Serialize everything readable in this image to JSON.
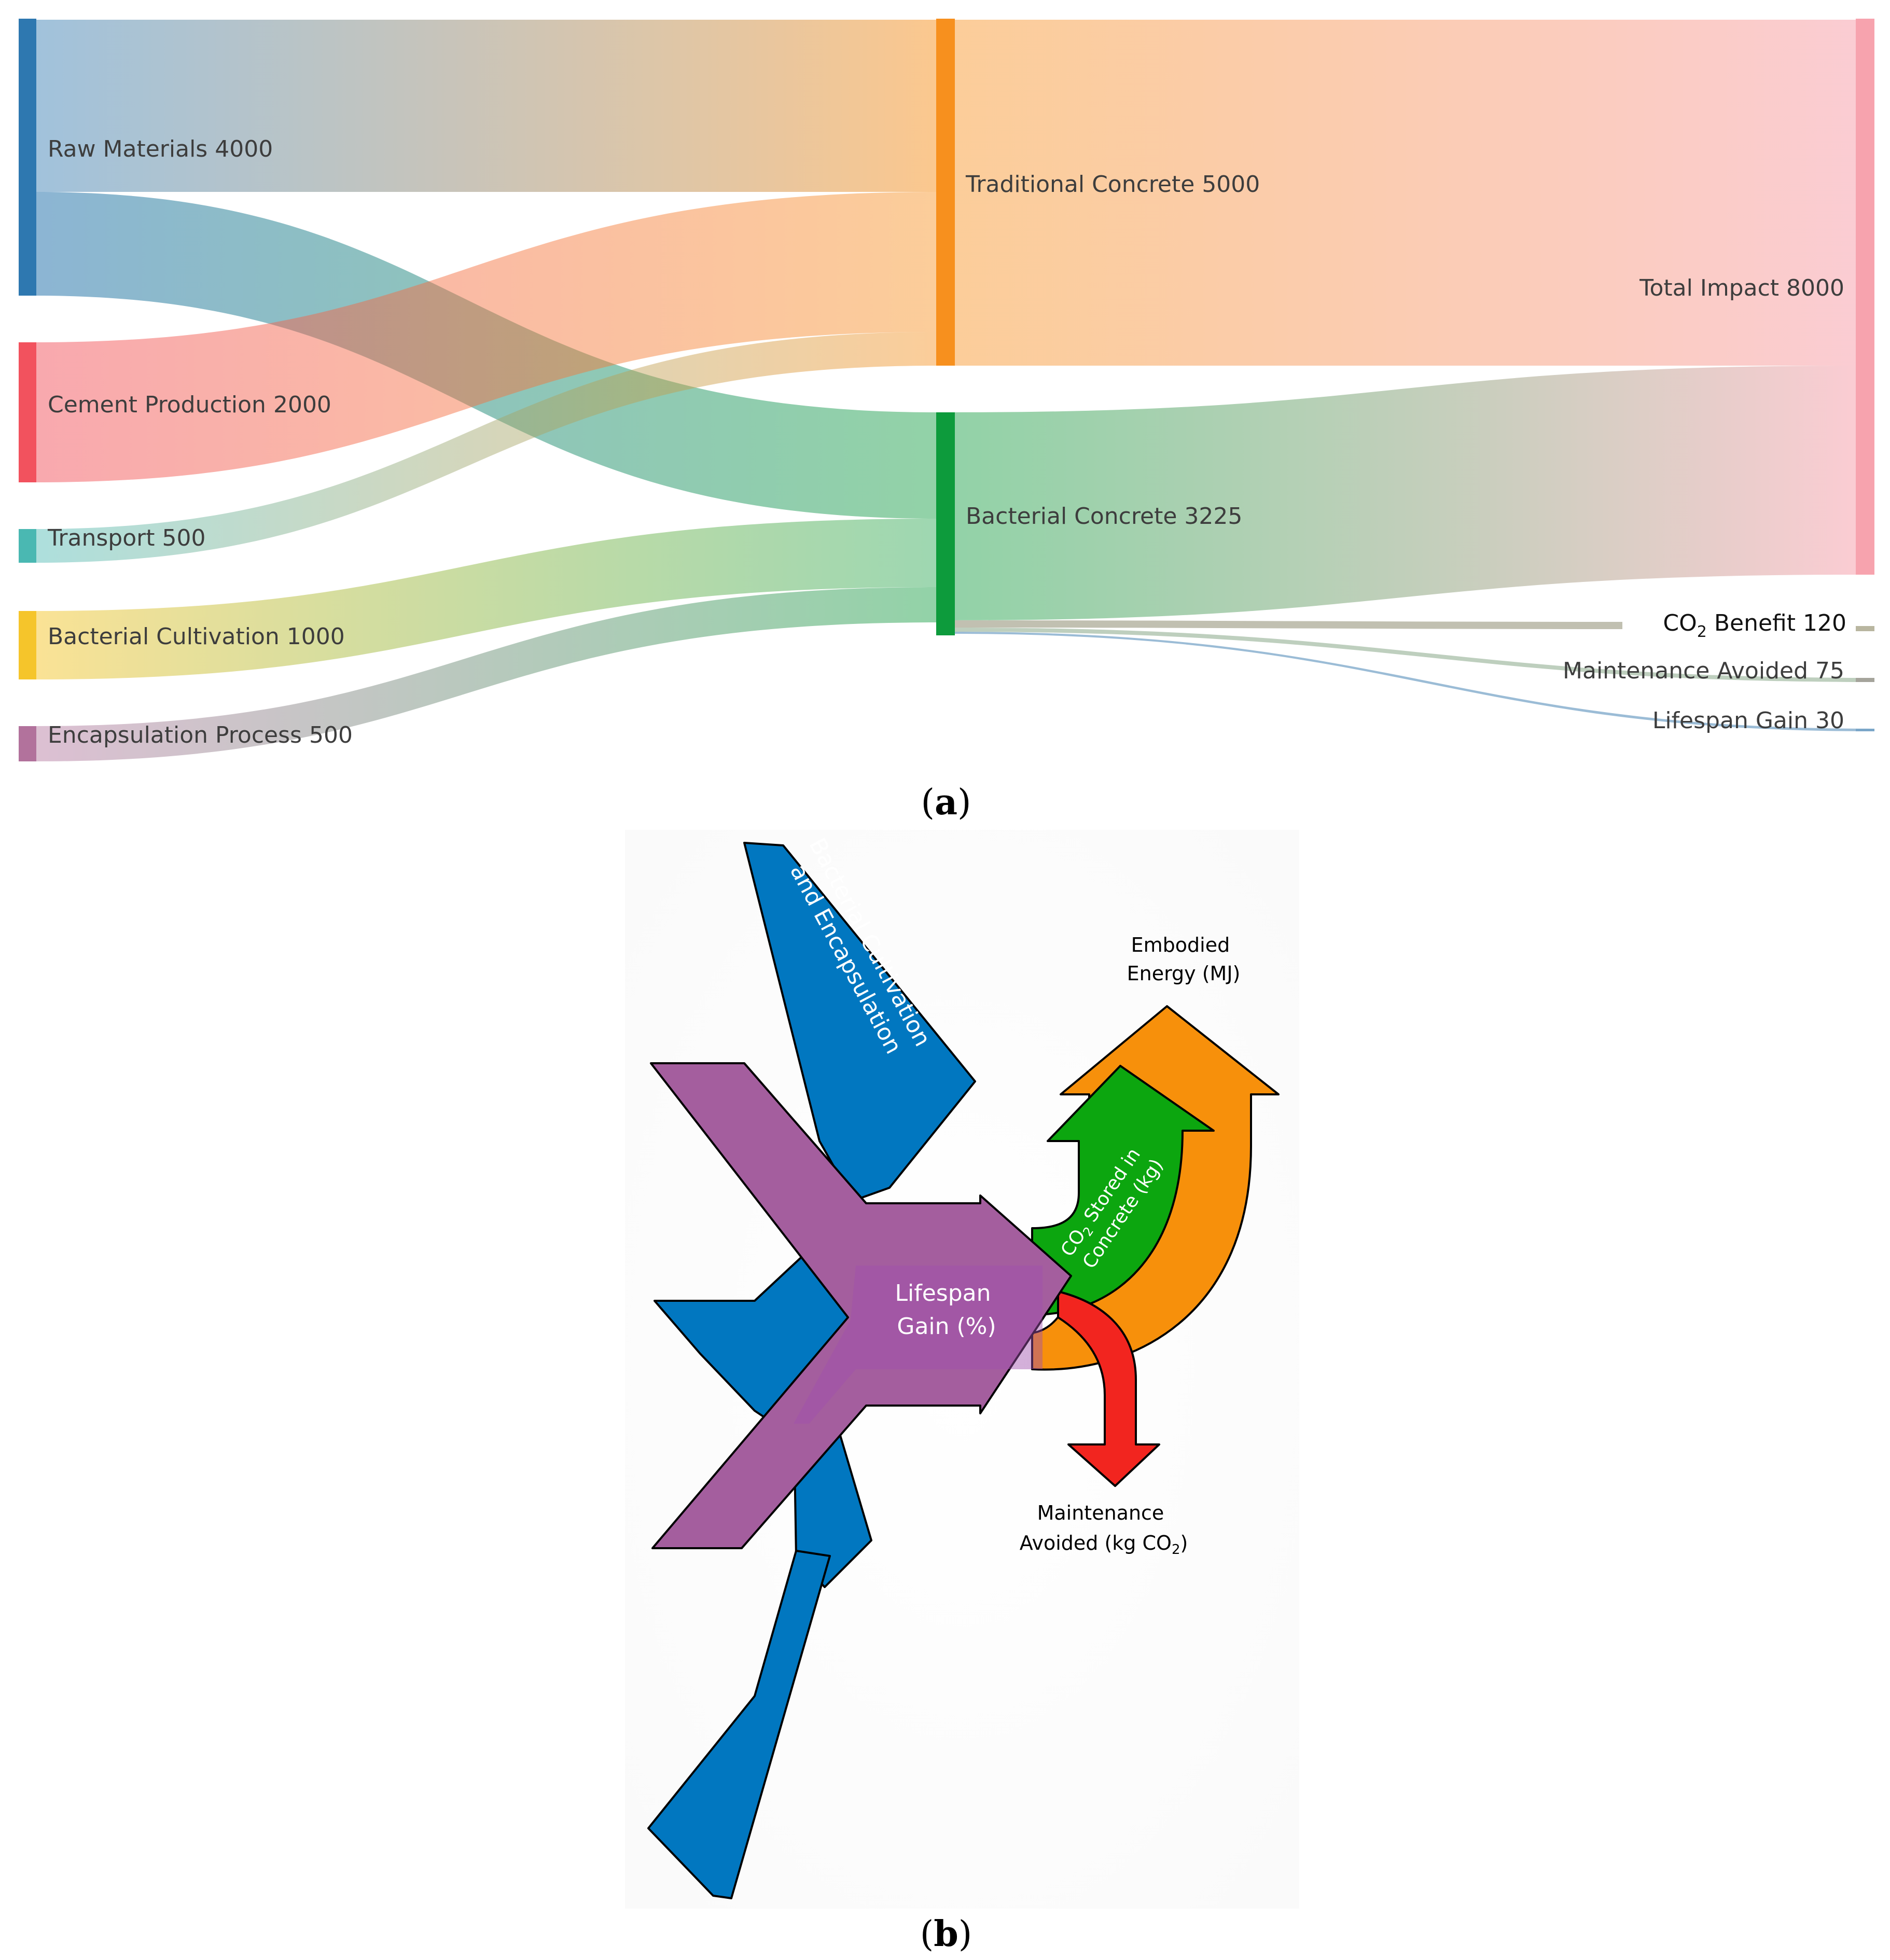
{
  "panel_a": {
    "nodes": [
      {
        "name": "Raw Materials",
        "value": "4000",
        "color": "#2e78b0"
      },
      {
        "name": "Cement Production",
        "value": "2000",
        "color": "#f2525e"
      },
      {
        "name": "Transport",
        "value": "500",
        "color": "#4ab8b2"
      },
      {
        "name": "Bacterial Cultivation",
        "value": "1000",
        "color": "#f5c52b"
      },
      {
        "name": "Encapsulation Process",
        "value": "500",
        "color": "#b2729c"
      },
      {
        "name": "Traditional Concrete",
        "value": "5000",
        "color": "#f7901e"
      },
      {
        "name": "Bacterial Concrete",
        "value": "3225",
        "color": "#0d9b3c"
      },
      {
        "name": "Total Impact",
        "value": "8000",
        "color": "#f7a3ae"
      },
      {
        "name": "CO",
        "sub": "2",
        "suffix": " Benefit",
        "value": "120",
        "color": "#b9b6a0"
      },
      {
        "name": "Maintenance Avoided",
        "value": "75",
        "color": "#a5a49b"
      },
      {
        "name": "Lifespan Gain",
        "value": "30",
        "color": "#7aa6c8"
      }
    ],
    "caption": {
      "open": "(",
      "letter": "a",
      "close": ")"
    }
  },
  "panel_b": {
    "labels": {
      "bacterial_1": "Bacterial Cultivation",
      "bacterial_2": "and Encapsulation",
      "lifespan_1": "Lifespan",
      "lifespan_2": "Gain (%)",
      "co2_1_a": "CO",
      "co2_1_sub": "2",
      "co2_1_b": " Stored in",
      "co2_2": "Concrete (kg)",
      "embodied_1": "Embodied",
      "embodied_2": "Energy (MJ)",
      "maint_1": "Maintenance",
      "maint_2_a": "Avoided (kg CO",
      "maint_2_sub": "2",
      "maint_2_b": ")"
    },
    "colors": {
      "blue": "#0177c0",
      "purple": "#a45e9e",
      "green": "#0ca60f",
      "orange": "#f7900b",
      "red": "#f2251f"
    },
    "caption": {
      "open": "(",
      "letter": "b",
      "close": ")"
    }
  }
}
